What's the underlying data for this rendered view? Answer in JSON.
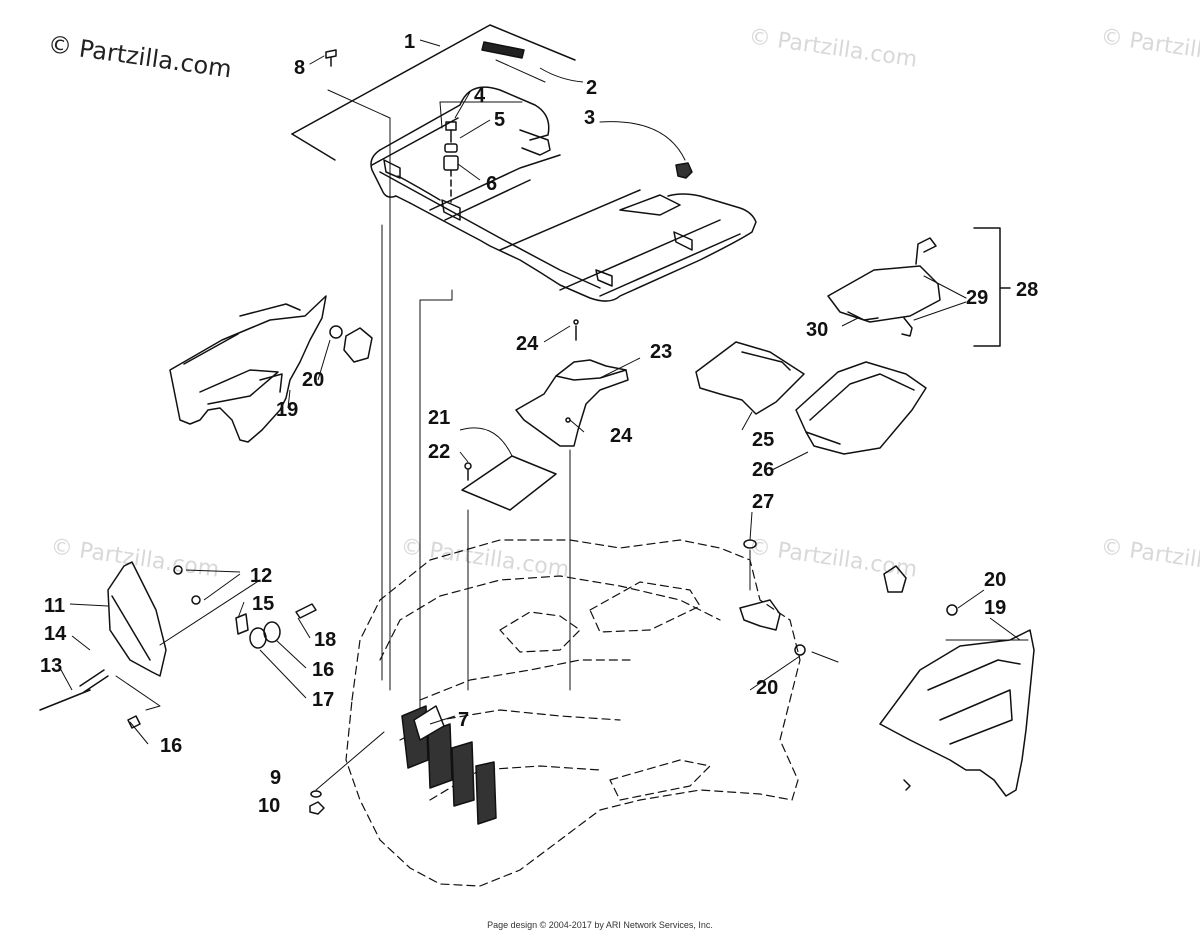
{
  "watermarks": {
    "main": "© Partzilla.com",
    "repeat": "© Partzilla.com"
  },
  "callouts": {
    "c1": "1",
    "c2": "2",
    "c3": "3",
    "c4": "4",
    "c5": "5",
    "c6": "6",
    "c7": "7",
    "c8": "8",
    "c9": "9",
    "c10": "10",
    "c11": "11",
    "c12": "12",
    "c13": "13",
    "c14": "14",
    "c15": "15",
    "c16a": "16",
    "c16b": "16",
    "c17": "17",
    "c18": "18",
    "c19a": "19",
    "c19b": "19",
    "c20a": "20",
    "c20b": "20",
    "c20c": "20",
    "c21": "21",
    "c22": "22",
    "c23": "23",
    "c24a": "24",
    "c24b": "24",
    "c25": "25",
    "c26": "26",
    "c27": "27",
    "c28": "28",
    "c29": "29",
    "c30": "30"
  },
  "footer": "Page design © 2004-2017 by ARI Network Services, Inc."
}
